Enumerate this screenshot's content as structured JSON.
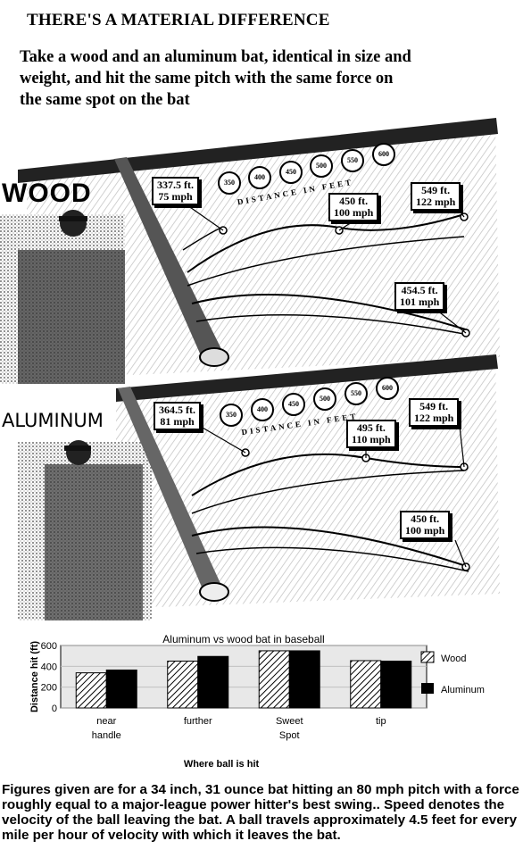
{
  "heading": {
    "title": "THERE'S A MATERIAL DIFFERENCE",
    "subtitle": "Take a wood and an aluminum bat, identical in size and weight, and hit the same pitch with the same force on the same spot on the bat"
  },
  "wood_panel": {
    "label": "WOOD",
    "distance_label": "DISTANCE IN FEET",
    "markers": [
      "350",
      "400",
      "450",
      "500",
      "550",
      "600"
    ],
    "callouts": [
      {
        "distance": "337.5 ft.",
        "speed": "75 mph"
      },
      {
        "distance": "450 ft.",
        "speed": "100 mph"
      },
      {
        "distance": "549 ft.",
        "speed": "122 mph"
      },
      {
        "distance": "454.5 ft.",
        "speed": "101 mph"
      }
    ]
  },
  "aluminum_panel": {
    "label": "ALUMINUM",
    "distance_label": "DISTANCE IN FEET",
    "markers": [
      "350",
      "400",
      "450",
      "500",
      "550",
      "600"
    ],
    "callouts": [
      {
        "distance": "364.5 ft.",
        "speed": "81 mph"
      },
      {
        "distance": "495 ft.",
        "speed": "110 mph"
      },
      {
        "distance": "549 ft.",
        "speed": "122 mph"
      },
      {
        "distance": "450 ft.",
        "speed": "100 mph"
      }
    ]
  },
  "chart_data": {
    "type": "bar",
    "title": "Aluminum vs wood bat in baseball",
    "xlabel": "Where ball is hit",
    "ylabel": "Distance hit (ft)",
    "ylim": [
      0,
      600
    ],
    "yticks": [
      "0",
      "200",
      "400",
      "600"
    ],
    "categories": [
      "near handle",
      "further",
      "Sweet Spot",
      "tip"
    ],
    "series": [
      {
        "name": "Wood",
        "values": [
          337.5,
          450,
          549,
          454.5
        ],
        "pattern": "hatched"
      },
      {
        "name": "Aluminum",
        "values": [
          364.5,
          495,
          549,
          450
        ],
        "pattern": "solid"
      }
    ],
    "grid": true,
    "legend": "right"
  },
  "footer": {
    "text": "Figures given are for a 34 inch, 31 ounce bat hitting an 80 mph pitch with a force roughly equal to a major-league power hitter's best swing.. Speed denotes the velocity of the ball leaving the bat. A ball travels approximately 4.5 feet for every mile per hour of velocity with which it leaves the bat."
  },
  "colors": {
    "ink": "#000000",
    "paper": "#ffffff",
    "photo_gray": "#777777",
    "chart_bg": "#e8e8e8"
  }
}
